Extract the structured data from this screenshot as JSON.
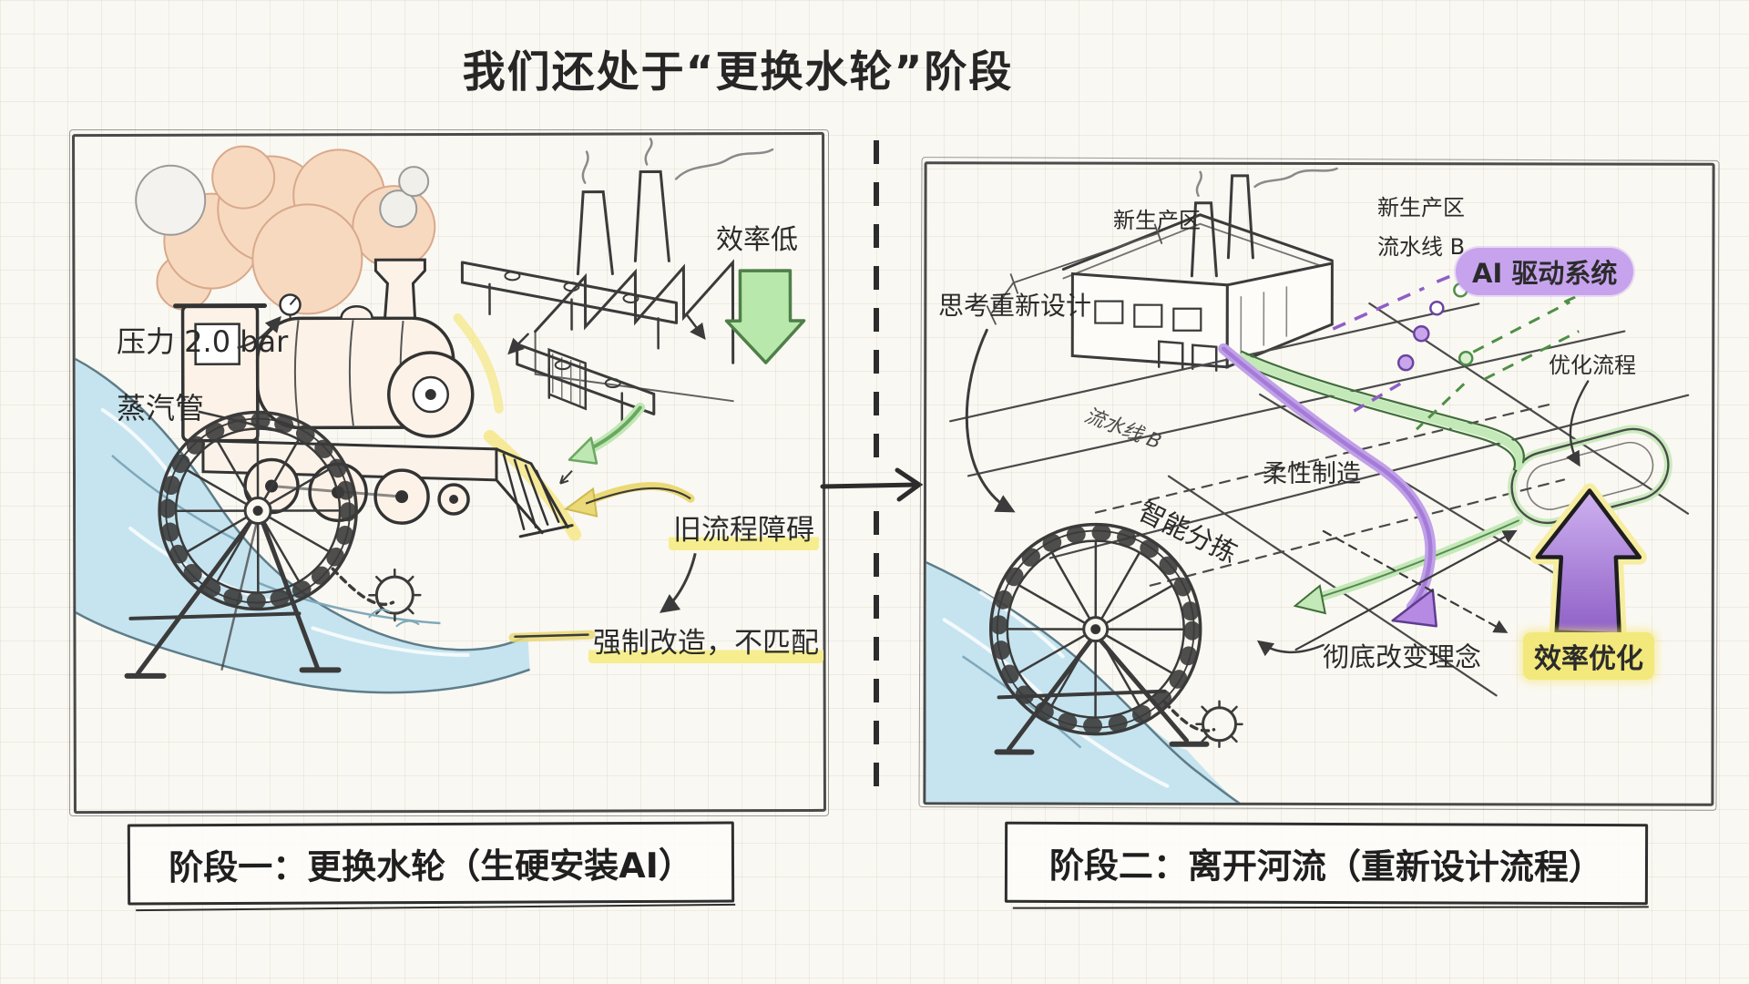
{
  "title": "我们还处于“更换水轮”阶段",
  "stage1": {
    "caption": "阶段一：更换水轮（生硬安装AI）",
    "labels": {
      "pressure": "压力 2.0 bar",
      "steam_pipe": "蒸汽管",
      "low_efficiency": "效率低",
      "old_process_barrier": "旧流程障碍",
      "forced_retrofit": "强制改造，不匹配"
    }
  },
  "stage2": {
    "caption": "阶段二：离开河流（重新设计流程）",
    "labels": {
      "rethink": "思考重新设计",
      "new_area_top": "新生产区",
      "new_area_right": "新生产区",
      "line_b_right": "流水线 B",
      "ai_system": "AI 驱动系统",
      "optimized_process": "优化流程",
      "line_b_ground": "流水线 B",
      "flexible_manufacturing": "柔性制造",
      "smart_sorting": "智能分拣",
      "change_mindset": "彻底改变理念",
      "efficiency_boost": "效率优化"
    }
  },
  "colors": {
    "paper": "#faf8f2",
    "ink": "#3b3b3b",
    "green_arrow": "#b9e8ad",
    "yellow_highlight": "#f4ec8a",
    "purple_accent": "#c7a3ee",
    "river_blue": "#c6e4ef"
  }
}
